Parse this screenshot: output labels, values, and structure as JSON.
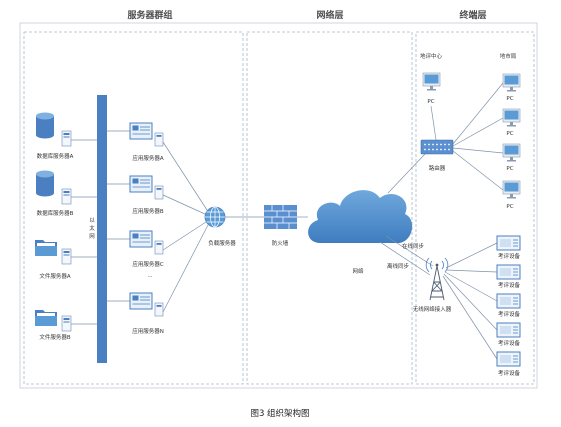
{
  "layers": {
    "server_group": "服务器群组",
    "network": "网络层",
    "terminal": "终端层"
  },
  "servers": {
    "db_a": "数据库服务器A",
    "db_b": "数据库服务器B",
    "file_a": "文件服务器A",
    "file_b": "文件服务器B",
    "ethernet": "以太网",
    "app_a": "应用服务器A",
    "app_b": "应用服务器B",
    "app_c": "应用服务器C",
    "ellipsis": "...",
    "app_n": "应用服务器N",
    "load_balancer": "负载服务器"
  },
  "network": {
    "firewall": "防火墙",
    "internet": "网络",
    "online_sync": "在线同步",
    "offline_sync": "离线同步"
  },
  "terminal": {
    "center": "地评中心",
    "city_bureau": "地市局",
    "router": "路由器",
    "pcs": [
      "PC",
      "PC",
      "PC",
      "PC",
      "PC"
    ],
    "wireless": "无线网络接入器",
    "devices": [
      "考评设备",
      "考评设备",
      "考评设备",
      "考评设备",
      "考评设备"
    ]
  },
  "caption": "图3  组织架构图",
  "colors": {
    "primary": "#4a7fc1",
    "light": "#7fb0e0",
    "cloud": "#5b9bd5",
    "border": "#a7b8ca"
  }
}
